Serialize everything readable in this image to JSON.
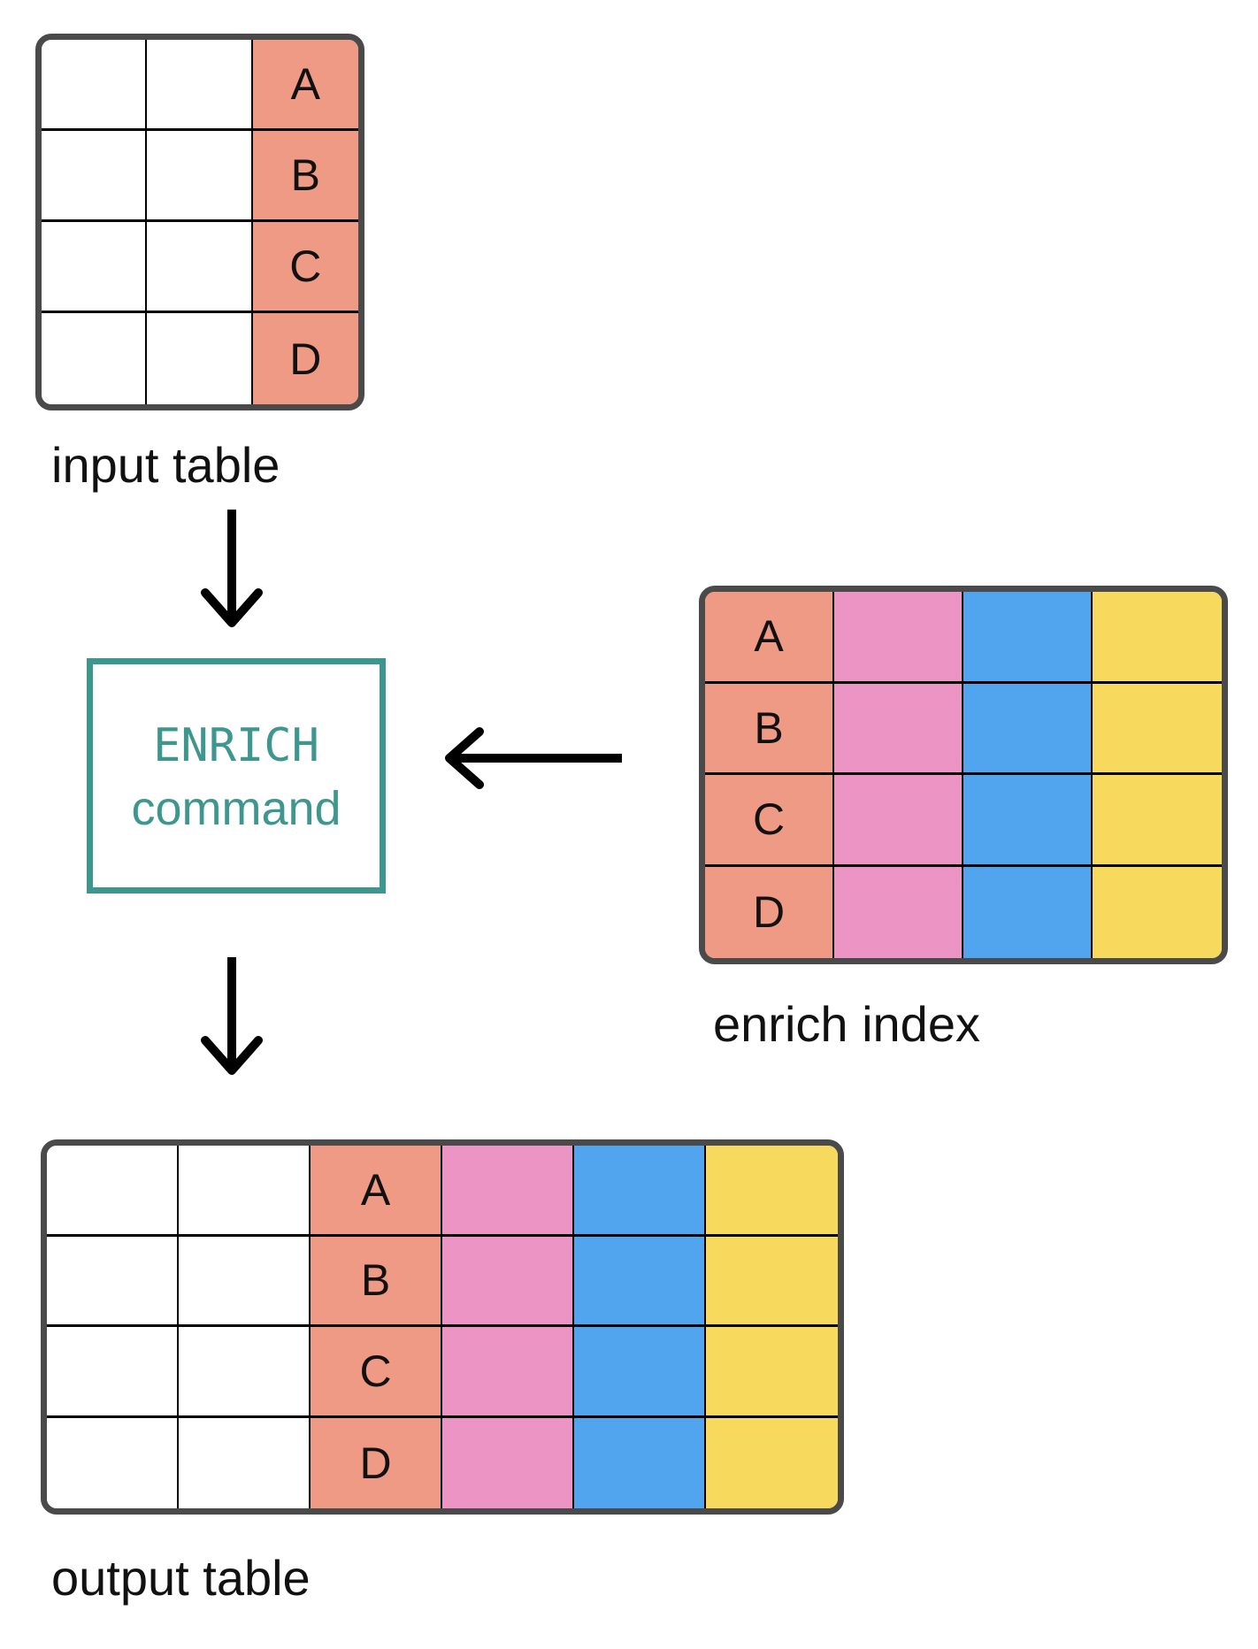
{
  "colors": {
    "key": "#EF9A85",
    "match1": "#EC95C5",
    "match2": "#50A5EE",
    "match3": "#F7D95E",
    "accent": "#3E978E",
    "frame": "#4A4A4A",
    "grid": "#000000",
    "text": "#111111",
    "arrow": "#000000"
  },
  "tables": {
    "input": {
      "label": "input table",
      "key_values": [
        "A",
        "B",
        "C",
        "D"
      ]
    },
    "index": {
      "label": "enrich index",
      "key_values": [
        "A",
        "B",
        "C",
        "D"
      ]
    },
    "output": {
      "label": "output table",
      "key_values": [
        "A",
        "B",
        "C",
        "D"
      ]
    }
  },
  "enrich_box": {
    "title": "ENRICH",
    "subtitle": "command"
  }
}
